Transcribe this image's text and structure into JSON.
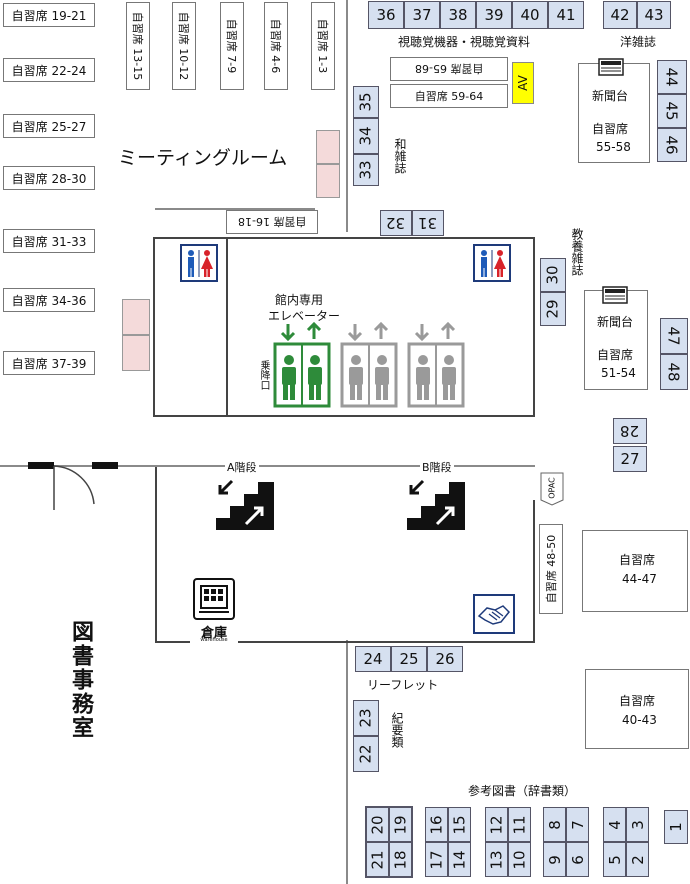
{
  "left_seats": [
    {
      "label": "自習席 19-21"
    },
    {
      "label": "自習席 22-24"
    },
    {
      "label": "自習席 25-27"
    },
    {
      "label": "自習席 28-30"
    },
    {
      "label": "自習席 31-33"
    },
    {
      "label": "自習席 34-36"
    },
    {
      "label": "自習席 37-39"
    }
  ],
  "top_vertical_seats": [
    "自習席 13-15",
    "自習席 10-12",
    "自習席 7-9",
    "自習席 4-6",
    "自習席 1-3"
  ],
  "top_shelves": [
    "36",
    "37",
    "38",
    "39",
    "40",
    "41"
  ],
  "av_caption": "視聴覚機器・視聴覚資料",
  "yo_shelves": [
    "42",
    "43"
  ],
  "yo_caption": "洋雑誌",
  "seat_65_68": "自習席 65-68",
  "seat_59_64": "自習席 59-64",
  "av_badge": "AV",
  "news1": {
    "title": "新聞台",
    "seat": "自習席",
    "range": "55-58"
  },
  "right_col_shelves": [
    "44",
    "45",
    "46"
  ],
  "meeting_room": "ミーティングルーム",
  "wa_shelves": [
    "35",
    "34",
    "33"
  ],
  "wa_caption": "和雑誌",
  "seat_16_18": "自習席 16-18",
  "mid_shelves": [
    "32",
    "31"
  ],
  "kyoyo_shelves": [
    "30",
    "29"
  ],
  "kyoyo_caption": "教養雑誌",
  "news2": {
    "title": "新聞台",
    "seat": "自習席",
    "range": "51-54"
  },
  "shelves_47_48": [
    "47",
    "48"
  ],
  "shelves_28_27": [
    "28",
    "27"
  ],
  "elevator_label_1": "館内専用",
  "elevator_label_2": "エレベーター",
  "boarding": "乗降口",
  "stairs_a": "A階段",
  "stairs_b": "B階段",
  "opac": "OPAC",
  "seat_48_50": "自習席 48-50",
  "seat_44_47": {
    "seat": "自習席",
    "range": "44-47"
  },
  "seat_40_43": {
    "seat": "自習席",
    "range": "40-43"
  },
  "storage": "倉庫",
  "storage_sub": "warehouse",
  "leaflet_shelves": [
    "24",
    "25",
    "26"
  ],
  "leaflet_caption": "リーフレット",
  "kiyo_shelves": [
    "23",
    "22"
  ],
  "kiyo_caption": "紀要類",
  "office": "図書事務室",
  "reference_caption": "参考図書（辞書類）",
  "bottom_shelves": [
    {
      "top": "19",
      "bottom": "18"
    },
    {
      "top": "20",
      "bottom": "21"
    },
    {
      "top": "15",
      "bottom": "14"
    },
    {
      "top": "16",
      "bottom": "17"
    },
    {
      "top": "11",
      "bottom": "10"
    },
    {
      "top": "12",
      "bottom": "13"
    },
    {
      "top": "7",
      "bottom": "6"
    },
    {
      "top": "8",
      "bottom": "9"
    },
    {
      "top": "3",
      "bottom": "2"
    },
    {
      "top": "4",
      "bottom": "5"
    },
    {
      "top": "1",
      "bottom": ""
    }
  ],
  "colors": {
    "shelf": "#d6e0f0",
    "av": "#ffff00",
    "elevator_active": "#2e8b3a",
    "elevator_idle": "#9a9a9a",
    "male": "#1e5bb8",
    "female": "#d8232a"
  }
}
